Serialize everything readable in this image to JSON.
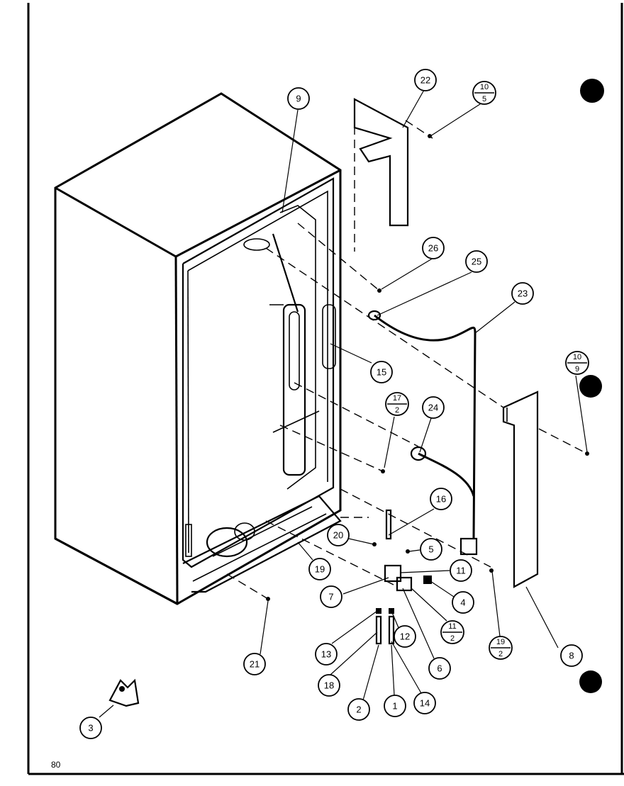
{
  "page_number": "80",
  "callouts": [
    "22",
    "9",
    "26",
    "25",
    "23",
    "15",
    "24",
    "16",
    "20",
    "5",
    "11",
    "4",
    "7",
    "6",
    "19",
    "21",
    "13",
    "12",
    "18",
    "2",
    "1",
    "14",
    "8",
    "3"
  ],
  "fraction_callouts": [
    {
      "top": "10",
      "bottom": "5"
    },
    {
      "top": "10",
      "bottom": "9"
    },
    {
      "top": "17",
      "bottom": "2"
    },
    {
      "top": "11",
      "bottom": "2"
    },
    {
      "top": "19",
      "bottom": "2"
    }
  ]
}
